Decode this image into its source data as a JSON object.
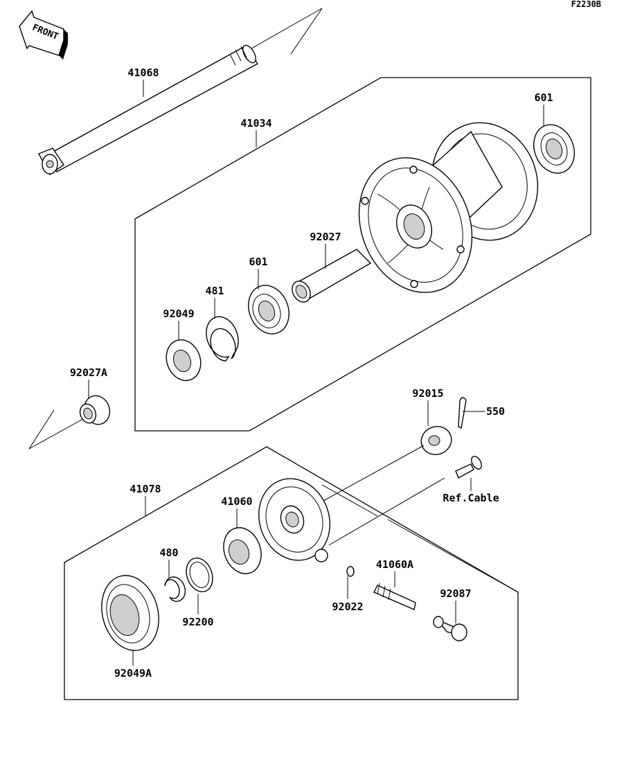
{
  "diagram_code": "F2230B",
  "front_marker": "FRONT",
  "labels": {
    "axle": "41068",
    "hub": "41034",
    "bearing_right": "601",
    "spacer": "92027",
    "bearing_left": "601",
    "circlip": "481",
    "seal_left": "92049",
    "collar": "92027A",
    "nut": "92015",
    "cotter_pin": "550",
    "brake_panel": "41078",
    "ref_cable": "Ref.Cable",
    "meter_gear": "41060",
    "snap_ring": "480",
    "washer": "92200",
    "seal_brake": "92049A",
    "meter_washer": "92022",
    "meter_pinion": "41060A",
    "bushing": "92087"
  }
}
